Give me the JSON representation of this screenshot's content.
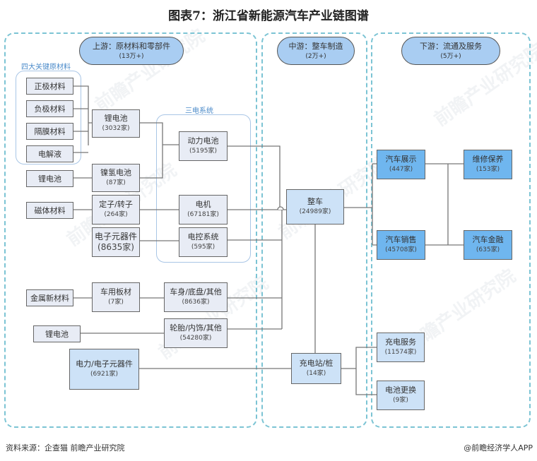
{
  "title": "图表7：浙江省新能源汽车产业链图谱",
  "sections": {
    "upstream": {
      "label": "上游：原材料和零部件",
      "sub": "(13万+)"
    },
    "midstream": {
      "label": "中游：整车制造",
      "sub": "(2万+)"
    },
    "downstream": {
      "label": "下游：流通及服务",
      "sub": "(5万+)"
    }
  },
  "groups": {
    "key_materials": "四大关键原材料",
    "three_electric": "三电系统"
  },
  "nodes": {
    "cathode": {
      "label": "正极材料"
    },
    "anode": {
      "label": "负极材料"
    },
    "separator": {
      "label": "隔膜材料"
    },
    "electrolyte": {
      "label": "电解液"
    },
    "lithium_src": {
      "label": "锂电池"
    },
    "magnet": {
      "label": "磁体材料"
    },
    "metal": {
      "label": "金属新材料"
    },
    "lithium_src2": {
      "label": "锂电池"
    },
    "li_battery": {
      "label": "锂电池",
      "count": "(3032家)"
    },
    "nimh": {
      "label": "镍氢电池",
      "count": "(87家)"
    },
    "stator": {
      "label": "定子/转子",
      "count": "(264家)"
    },
    "electronics": {
      "label": "电子元器件",
      "count": "(8635家)"
    },
    "plate": {
      "label": "车用板材",
      "count": "(7家)"
    },
    "power_electronics": {
      "label": "电力/电子元器件",
      "count": "(6921家)"
    },
    "power_battery": {
      "label": "动力电池",
      "count": "(5195家)"
    },
    "motor": {
      "label": "电机",
      "count": "(67181家)"
    },
    "ecu": {
      "label": "电控系统",
      "count": "(595家)"
    },
    "body": {
      "label": "车身/底盘/其他",
      "count": "(8636家)"
    },
    "tire": {
      "label": "轮胎/内饰/其他",
      "count": "(54280家)"
    },
    "vehicle": {
      "label": "整车",
      "count": "(24989家)"
    },
    "charging": {
      "label": "充电站/桩",
      "count": "(14家)"
    },
    "display": {
      "label": "汽车展示",
      "count": "(447家)"
    },
    "sales": {
      "label": "汽车销售",
      "count": "(45708家)"
    },
    "maintenance": {
      "label": "维修保养",
      "count": "(153家)"
    },
    "finance": {
      "label": "汽车金融",
      "count": "(635家)"
    },
    "charge_service": {
      "label": "充电服务",
      "count": "(11574家)"
    },
    "battery_swap": {
      "label": "电池更换",
      "count": "(9家)"
    }
  },
  "watermark": "前瞻产业研究院",
  "footer": {
    "source": "资料来源：企查猫 前瞻产业研究院",
    "credit": "@前瞻经济学人APP"
  }
}
